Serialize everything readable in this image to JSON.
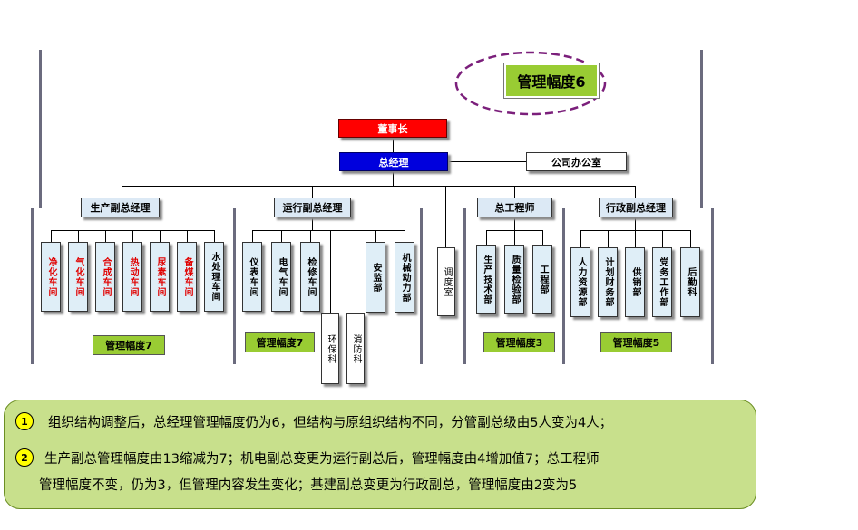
{
  "top_span": "管理幅度6",
  "chairman": "董事长",
  "gm": "总经理",
  "office": "公司办公室",
  "production": {
    "manager": "生产副总经理",
    "units": [
      "净化车间",
      "气化车间",
      "合成车间",
      "热动车间",
      "尿素车间",
      "备煤车间",
      "水处理车间"
    ],
    "span": "管理幅度7"
  },
  "operations": {
    "manager": "运行副总经理",
    "units": [
      "仪表车间",
      "电气车间",
      "检修车间",
      "环保科",
      "消防科",
      "安监部",
      "机械动力部"
    ],
    "span": "管理幅度7"
  },
  "dispatch": "调度室",
  "chief_engineer": {
    "manager": "总工程师",
    "units": [
      "生产技术部",
      "质量检验部",
      "工程部"
    ],
    "span": "管理幅度3"
  },
  "admin": {
    "manager": "行政副总经理",
    "units": [
      "人力资源部",
      "计划财务部",
      "供销部",
      "党务工作部",
      "后勤科"
    ],
    "span": "管理幅度5"
  },
  "notes": {
    "n1": "1",
    "n1_text": "组织结构调整后，总经理管理幅度仍为6，但结构与原组织结构不同，分管副总级由5人变为4人；",
    "n2": "2",
    "n2_line1": "生产副总管理幅度由13缩减为7；机电副总变更为运行副总后，管理幅度由4增加值7；总工程师",
    "n2_line2": "管理幅度不变，仍为3，但管理内容发生变化；基建副总变更为行政副总，管理幅度由2变为5"
  },
  "colors": {
    "chairman": "#ff0000",
    "gm": "#0000dd",
    "span_fill": "#99cc33",
    "ellipse": "#7b1f7b",
    "note_fill": "#c8e08c",
    "red_text": "#e00000"
  }
}
